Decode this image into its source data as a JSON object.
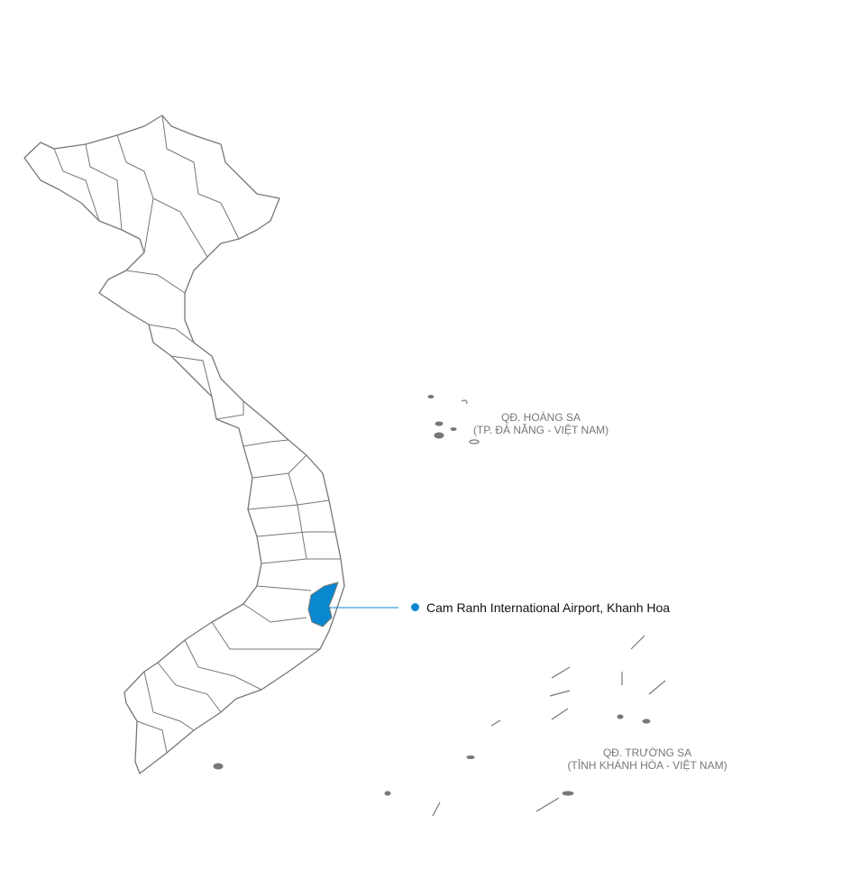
{
  "map": {
    "highlight_color": "#0a88cf",
    "highlighted_province": "Khanh Hoa",
    "callout": {
      "label": "Cam Ranh International Airport, Khanh Hoa",
      "icon": "location-dot-icon"
    },
    "archipelagos": [
      {
        "name": "QĐ. HOÀNG SA",
        "sub": "(TP. ĐÀ NẴNG - VIỆT NAM)"
      },
      {
        "name": "QĐ. TRƯỜNG SA",
        "sub": "(TỈNH KHÁNH HÒA - VIỆT NAM)"
      }
    ]
  }
}
